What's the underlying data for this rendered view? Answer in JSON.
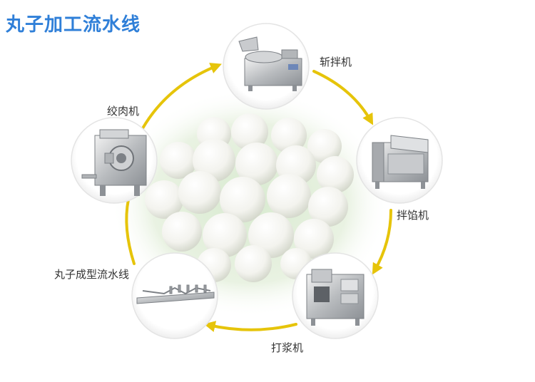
{
  "title": "丸子加工流水线",
  "colors": {
    "title": "#2f7fd8",
    "arrow": "#e6c40a",
    "label": "#333333"
  },
  "stations": [
    {
      "label": "斩拌机",
      "icon": "bowl-chopper-machine-icon"
    },
    {
      "label": "拌馅机",
      "icon": "mixer-machine-icon"
    },
    {
      "label": "打浆机",
      "icon": "beater-machine-icon"
    },
    {
      "label": "丸子成型流水线",
      "icon": "meatball-forming-line-icon"
    },
    {
      "label": "绞肉机",
      "icon": "meat-grinder-machine-icon"
    }
  ]
}
